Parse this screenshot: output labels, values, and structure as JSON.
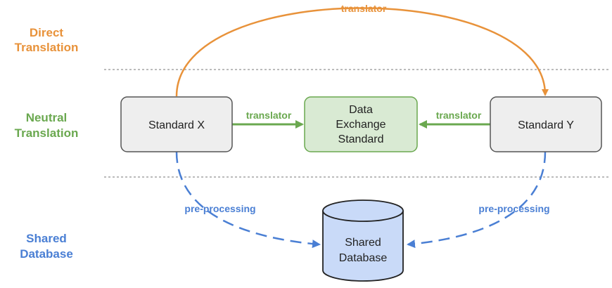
{
  "colors": {
    "direct": "#e8923a",
    "neutral": "#6aa84f",
    "shared": "#4a7fd4",
    "box_fill": "#eeeeee",
    "box_stroke": "#555555",
    "neutral_box_fill": "#d9ead3",
    "db_fill": "#c9daf8",
    "divider": "#777777"
  },
  "rows": {
    "direct": {
      "line1": "Direct",
      "line2": "Translation"
    },
    "neutral": {
      "line1": "Neutral",
      "line2": "Translation"
    },
    "shared": {
      "line1": "Shared",
      "line2": "Database"
    }
  },
  "nodes": {
    "standard_x": "Standard X",
    "standard_y": "Standard Y",
    "exchange": {
      "line1": "Data",
      "line2": "Exchange",
      "line3": "Standard"
    },
    "database": {
      "line1": "Shared",
      "line2": "Database"
    }
  },
  "edges": {
    "direct_label": "translator",
    "neutral_left_label": "translator",
    "neutral_right_label": "translator",
    "shared_left_label": "pre-processing",
    "shared_right_label": "pre-processing"
  }
}
